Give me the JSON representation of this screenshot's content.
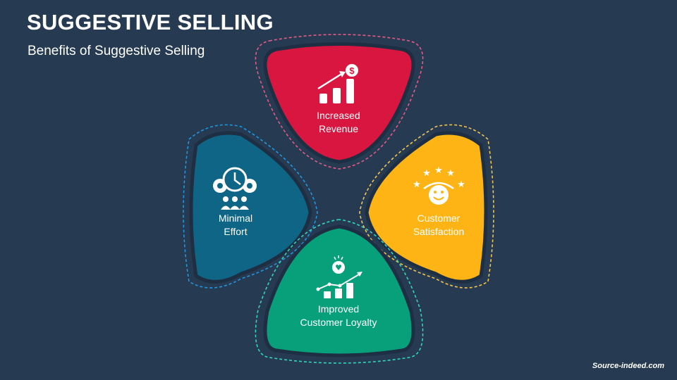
{
  "title": "SUGGESTIVE SELLING",
  "subtitle": "Benefits of Suggestive Selling",
  "source": "Source-indeed.com",
  "colors": {
    "background": "#263a52",
    "revenue": "#d9163f",
    "effort": "#0f6585",
    "satisfaction": "#fdb414",
    "loyalty": "#07a07a"
  },
  "benefits": [
    {
      "line1": "Increased",
      "line2": "Revenue",
      "icon": "revenue-growth-icon"
    },
    {
      "line1": "Minimal",
      "line2": "Effort",
      "icon": "clock-gears-team-icon"
    },
    {
      "line1": "Customer",
      "line2": "Satisfaction",
      "icon": "smiley-stars-icon"
    },
    {
      "line1": "Improved",
      "line2": "Customer Loyalty",
      "icon": "loyalty-chart-icon"
    }
  ]
}
